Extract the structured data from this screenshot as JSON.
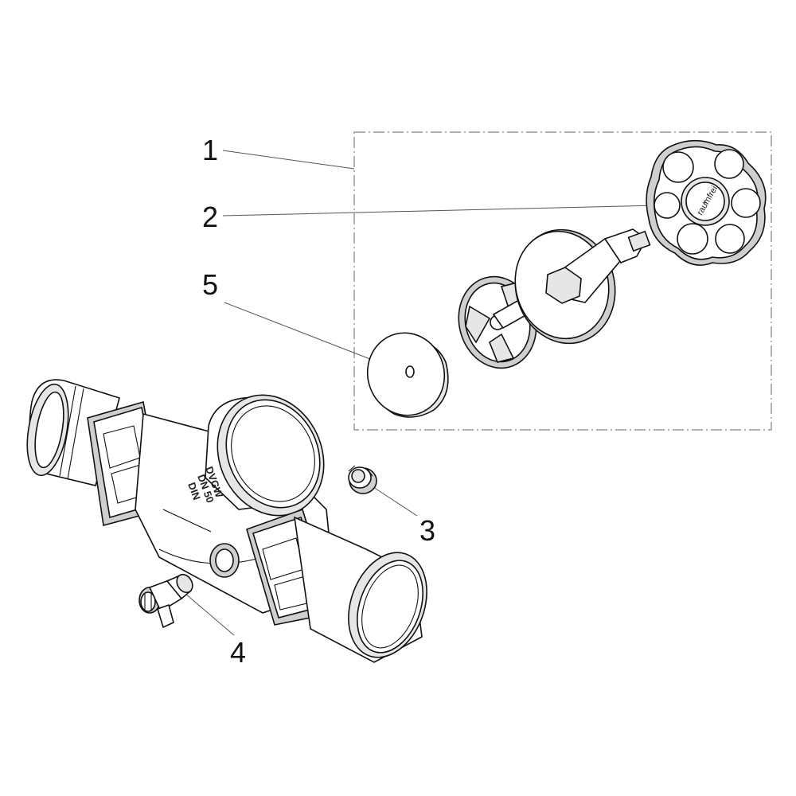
{
  "callouts": {
    "c1": "1",
    "c2": "2",
    "c3": "3",
    "c4": "4",
    "c5": "5"
  },
  "body_marking": {
    "line1": "DVGW",
    "line2": "DN 50",
    "line3": "DIN"
  },
  "handwheel_marking": "raumfrei"
}
